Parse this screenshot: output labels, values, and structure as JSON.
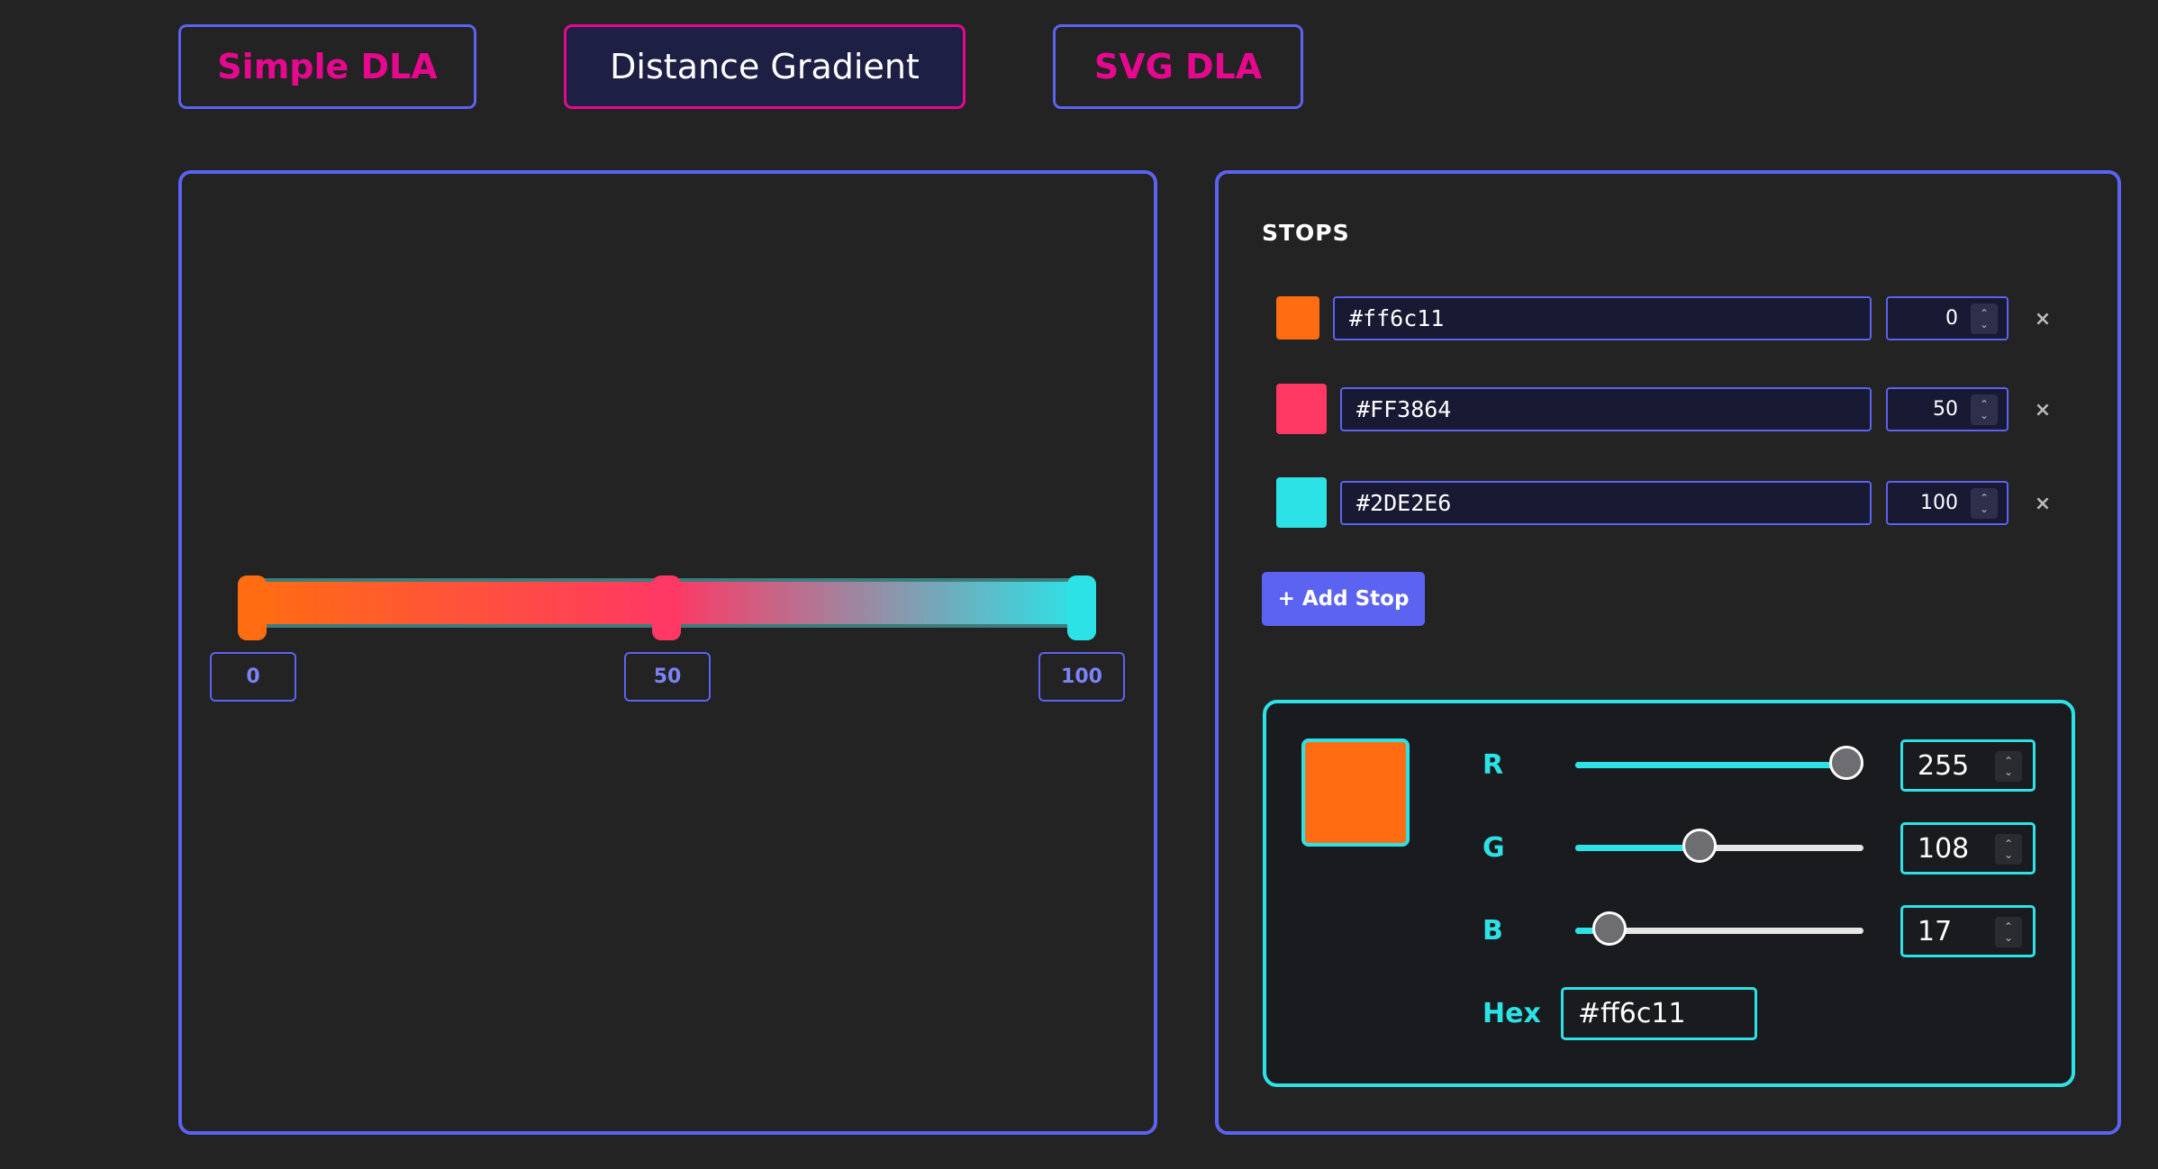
{
  "tabs": [
    {
      "label": "Simple DLA",
      "active": false
    },
    {
      "label": "Distance Gradient",
      "active": true
    },
    {
      "label": "SVG DLA",
      "active": false
    }
  ],
  "gradient": {
    "stops": [
      {
        "color": "#ff6c11",
        "position": "0"
      },
      {
        "color": "#FF3864",
        "position": "50"
      },
      {
        "color": "#2DE2E6",
        "position": "100"
      }
    ]
  },
  "stops_panel": {
    "title": "STOPS",
    "items": [
      {
        "hex": "#ff6c11",
        "position": "0",
        "remove_icon": "×"
      },
      {
        "hex": "#FF3864",
        "position": "50",
        "remove_icon": "×"
      },
      {
        "hex": "#2DE2E6",
        "position": "100",
        "remove_icon": "×"
      }
    ],
    "add_label": "+ Add Stop"
  },
  "picker": {
    "preview_color": "#ff6c11",
    "channels": [
      {
        "label": "R",
        "value": "255",
        "fraction": 1.0
      },
      {
        "label": "G",
        "value": "108",
        "fraction": 0.4235
      },
      {
        "label": "B",
        "value": "17",
        "fraction": 0.0667
      }
    ],
    "hex_label": "Hex",
    "hex_value": "#ff6c11"
  },
  "colors": {
    "accent": "#5B63F0",
    "magenta": "#E6088E",
    "cyan": "#2DE2E6",
    "background": "#232323"
  }
}
